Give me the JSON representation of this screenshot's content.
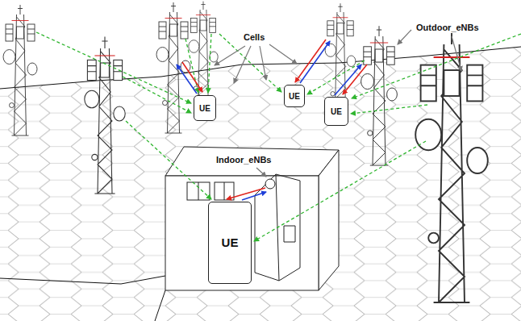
{
  "diagram": {
    "nodes": [
      {
        "text": [
          "UE"
        ]
      },
      {
        "text": [
          "UE"
        ]
      },
      {
        "text": [
          "UE"
        ]
      },
      {
        "text": [
          "UE"
        ]
      }
    ],
    "labels": [
      "Outdoor_eNBs",
      "Cells",
      "Indoor_eNBs"
    ]
  }
}
